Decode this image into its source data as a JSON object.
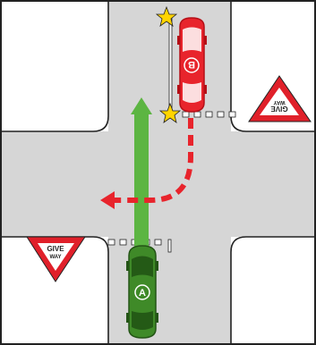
{
  "diagram": {
    "colors": {
      "road": "#d6d6d6",
      "border": "#222222",
      "sign_red": "#e0202a",
      "car_red": "#e8242c",
      "car_green": "#3f8a28",
      "arrow_green": "#5cb542",
      "star_yellow": "#ffd400"
    },
    "signs": {
      "left": {
        "line1": "GIVE",
        "line2": "WAY"
      },
      "right": {
        "line1": "GIVE",
        "line2": "WAY"
      }
    },
    "cars": {
      "a": {
        "label": "A",
        "color": "green"
      },
      "b": {
        "label": "B",
        "color": "red"
      }
    }
  }
}
